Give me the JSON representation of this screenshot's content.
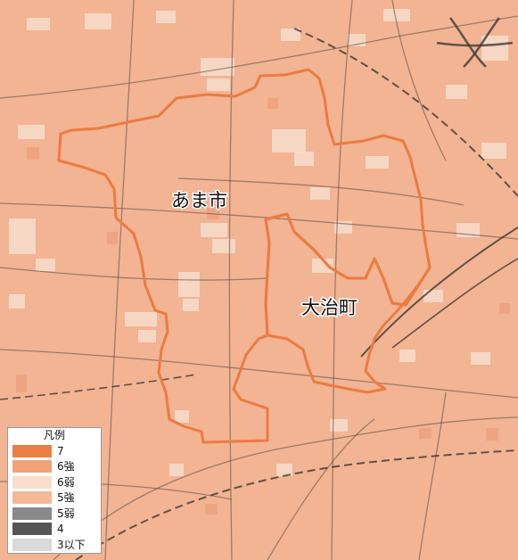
{
  "map": {
    "labels": {
      "city": "あま市",
      "town": "大治町"
    },
    "colors": {
      "base": "#f2b493",
      "boundary": "#ec7b3f",
      "road": "#5a4a44",
      "rail": "#2f2f2f",
      "light_patch": "#f7ddcc",
      "dark_patch": "#eea27f"
    }
  },
  "legend": {
    "title": "凡例",
    "items": [
      {
        "label": "7",
        "color": "#ec7d43"
      },
      {
        "label": "6強",
        "color": "#f0a177"
      },
      {
        "label": "6弱",
        "color": "#f9dccb"
      },
      {
        "label": "5強",
        "color": "#f3b896"
      },
      {
        "label": "5弱",
        "color": "#8a8a8a"
      },
      {
        "label": "4",
        "color": "#555555"
      },
      {
        "label": "3以下",
        "color": "#d9d9d9"
      }
    ]
  }
}
